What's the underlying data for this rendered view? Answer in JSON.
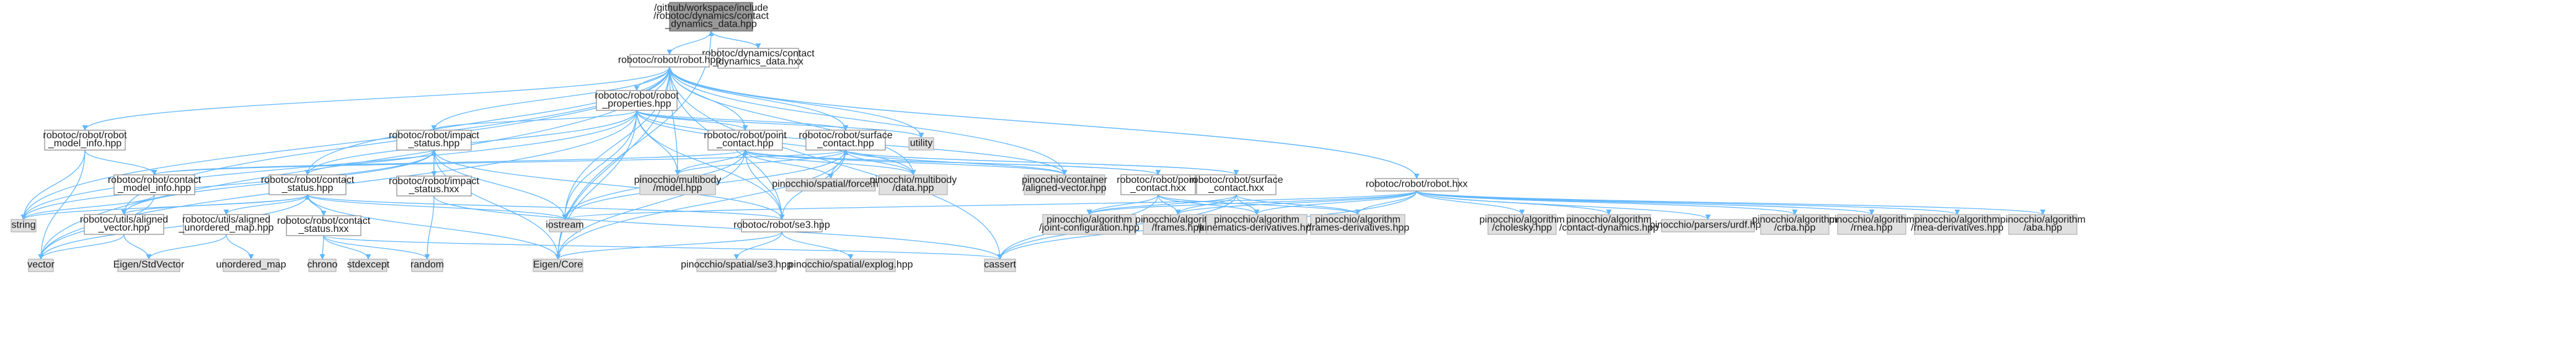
{
  "graph": {
    "nodes": [
      {
        "id": "root",
        "kind": "root",
        "lines": [
          "/github/workspace/include",
          "/robotoc/dynamics/contact",
          "_dynamics_data.hpp"
        ]
      },
      {
        "id": "cddh",
        "kind": "inc",
        "lines": [
          "robotoc/dynamics/contact",
          "_dynamics_data.hxx"
        ]
      },
      {
        "id": "robot_hpp",
        "kind": "inc",
        "lines": [
          "robotoc/robot/robot.hpp"
        ]
      },
      {
        "id": "robot_props",
        "kind": "inc",
        "lines": [
          "robotoc/robot/robot",
          "_properties.hpp"
        ]
      },
      {
        "id": "model_info",
        "kind": "inc",
        "lines": [
          "robotoc/robot/robot",
          "_model_info.hpp"
        ]
      },
      {
        "id": "impact_status",
        "kind": "inc",
        "lines": [
          "robotoc/robot/impact",
          "_status.hpp"
        ]
      },
      {
        "id": "impact_status_hxx",
        "kind": "inc",
        "lines": [
          "robotoc/robot/impact",
          "_status.hxx"
        ]
      },
      {
        "id": "point_contact",
        "kind": "inc",
        "lines": [
          "robotoc/robot/point",
          "_contact.hpp"
        ]
      },
      {
        "id": "surface_contact",
        "kind": "inc",
        "lines": [
          "robotoc/robot/surface",
          "_contact.hpp"
        ]
      },
      {
        "id": "contact_model_info",
        "kind": "inc",
        "lines": [
          "robotoc/robot/contact",
          "_model_info.hpp"
        ]
      },
      {
        "id": "contact_status",
        "kind": "inc",
        "lines": [
          "robotoc/robot/contact",
          "_status.hpp"
        ]
      },
      {
        "id": "contact_status_hxx",
        "kind": "inc",
        "lines": [
          "robotoc/robot/contact",
          "_status.hxx"
        ]
      },
      {
        "id": "aligned_vector",
        "kind": "inc",
        "lines": [
          "robotoc/utils/aligned",
          "_vector.hpp"
        ]
      },
      {
        "id": "aligned_map",
        "kind": "inc",
        "lines": [
          "robotoc/utils/aligned",
          "_unordered_map.hpp"
        ]
      },
      {
        "id": "point_contact_hxx",
        "kind": "inc",
        "lines": [
          "robotoc/robot/point",
          "_contact.hxx"
        ]
      },
      {
        "id": "surface_contact_hxx",
        "kind": "inc",
        "lines": [
          "robotoc/robot/surface",
          "_contact.hxx"
        ]
      },
      {
        "id": "se3",
        "kind": "inc",
        "lines": [
          "robotoc/robot/se3.hpp"
        ]
      },
      {
        "id": "robot_hxx",
        "kind": "inc",
        "lines": [
          "robotoc/robot/robot.hxx"
        ]
      },
      {
        "id": "utility",
        "kind": "sys",
        "lines": [
          "utility"
        ]
      },
      {
        "id": "string",
        "kind": "sys",
        "lines": [
          "string"
        ]
      },
      {
        "id": "vector",
        "kind": "sys",
        "lines": [
          "vector"
        ]
      },
      {
        "id": "eigen_stdvector",
        "kind": "sys",
        "lines": [
          "Eigen/StdVector"
        ]
      },
      {
        "id": "unordered_map",
        "kind": "sys",
        "lines": [
          "unordered_map"
        ]
      },
      {
        "id": "chrono",
        "kind": "sys",
        "lines": [
          "chrono"
        ]
      },
      {
        "id": "stdexcept",
        "kind": "sys",
        "lines": [
          "stdexcept"
        ]
      },
      {
        "id": "random",
        "kind": "sys",
        "lines": [
          "random"
        ]
      },
      {
        "id": "iostream",
        "kind": "sys",
        "lines": [
          "iostream"
        ]
      },
      {
        "id": "eigen_core",
        "kind": "sys",
        "lines": [
          "Eigen/Core"
        ]
      },
      {
        "id": "cassert",
        "kind": "sys",
        "lines": [
          "cassert"
        ]
      },
      {
        "id": "pin_model",
        "kind": "sys",
        "lines": [
          "pinocchio/multibody",
          "/model.hpp"
        ]
      },
      {
        "id": "pin_force",
        "kind": "sys",
        "lines": [
          "pinocchio/spatial/force.hpp"
        ]
      },
      {
        "id": "pin_data",
        "kind": "sys",
        "lines": [
          "pinocchio/multibody",
          "/data.hpp"
        ]
      },
      {
        "id": "pin_aligned",
        "kind": "sys",
        "lines": [
          "pinocchio/container",
          "/aligned-vector.hpp"
        ]
      },
      {
        "id": "pin_se3",
        "kind": "sys",
        "lines": [
          "pinocchio/spatial/se3.hpp"
        ]
      },
      {
        "id": "pin_explog",
        "kind": "sys",
        "lines": [
          "pinocchio/spatial/explog.hpp"
        ]
      },
      {
        "id": "pin_jointcfg",
        "kind": "sys",
        "lines": [
          "pinocchio/algorithm",
          "/joint-configuration.hpp"
        ]
      },
      {
        "id": "pin_frames",
        "kind": "sys",
        "lines": [
          "pinocchio/algorithm",
          "/frames.hpp"
        ]
      },
      {
        "id": "pin_kinder",
        "kind": "sys",
        "lines": [
          "pinocchio/algorithm",
          "/kinematics-derivatives.hpp"
        ]
      },
      {
        "id": "pin_framesder",
        "kind": "sys",
        "lines": [
          "pinocchio/algorithm",
          "/frames-derivatives.hpp"
        ]
      },
      {
        "id": "pin_cholesky",
        "kind": "sys",
        "lines": [
          "pinocchio/algorithm",
          "/cholesky.hpp"
        ]
      },
      {
        "id": "pin_contactdyn",
        "kind": "sys",
        "lines": [
          "pinocchio/algorithm",
          "/contact-dynamics.hpp"
        ]
      },
      {
        "id": "pin_urdf",
        "kind": "sys",
        "lines": [
          "pinocchio/parsers/urdf.hpp"
        ]
      },
      {
        "id": "pin_crba",
        "kind": "sys",
        "lines": [
          "pinocchio/algorithm",
          "/crba.hpp"
        ]
      },
      {
        "id": "pin_rnea",
        "kind": "sys",
        "lines": [
          "pinocchio/algorithm",
          "/rnea.hpp"
        ]
      },
      {
        "id": "pin_rneader",
        "kind": "sys",
        "lines": [
          "pinocchio/algorithm",
          "/rnea-derivatives.hpp"
        ]
      },
      {
        "id": "pin_aba",
        "kind": "sys",
        "lines": [
          "pinocchio/algorithm",
          "/aba.hpp"
        ]
      }
    ],
    "edges": [
      [
        "root",
        "robot_hpp"
      ],
      [
        "root",
        "cddh"
      ],
      [
        "cddh",
        "root"
      ],
      [
        "root",
        "eigen_core"
      ],
      [
        "robot_hpp",
        "robot_props"
      ],
      [
        "robot_hpp",
        "model_info"
      ],
      [
        "robot_hpp",
        "impact_status"
      ],
      [
        "robot_hpp",
        "point_contact"
      ],
      [
        "robot_hpp",
        "surface_contact"
      ],
      [
        "robot_hpp",
        "contact_status"
      ],
      [
        "robot_hpp",
        "aligned_vector"
      ],
      [
        "robot_hpp",
        "se3"
      ],
      [
        "robot_hpp",
        "robot_hxx"
      ],
      [
        "robot_hpp",
        "utility"
      ],
      [
        "robot_hpp",
        "string"
      ],
      [
        "robot_hpp",
        "vector"
      ],
      [
        "robot_hpp",
        "iostream"
      ],
      [
        "robot_hpp",
        "eigen_core"
      ],
      [
        "robot_hpp",
        "cassert"
      ],
      [
        "robot_hpp",
        "pin_model"
      ],
      [
        "robot_hpp",
        "pin_data"
      ],
      [
        "robot_hpp",
        "pin_aligned"
      ],
      [
        "robot_props",
        "utility"
      ],
      [
        "robot_props",
        "string"
      ],
      [
        "robot_props",
        "vector"
      ],
      [
        "robot_props",
        "eigen_core"
      ],
      [
        "robot_props",
        "impact_status"
      ],
      [
        "robot_props",
        "point_contact"
      ],
      [
        "robot_props",
        "surface_contact"
      ],
      [
        "robot_props",
        "contact_status"
      ],
      [
        "robot_props",
        "pin_model"
      ],
      [
        "robot_props",
        "pin_data"
      ],
      [
        "robot_props",
        "pin_aligned"
      ],
      [
        "robot_props",
        "iostream"
      ],
      [
        "robot_props",
        "se3"
      ],
      [
        "model_info",
        "contact_model_info"
      ],
      [
        "model_info",
        "string"
      ],
      [
        "model_info",
        "vector"
      ],
      [
        "impact_status",
        "contact_status"
      ],
      [
        "impact_status",
        "impact_status_hxx"
      ],
      [
        "impact_status",
        "se3"
      ],
      [
        "impact_status",
        "aligned_vector"
      ],
      [
        "impact_status",
        "string"
      ],
      [
        "impact_status",
        "iostream"
      ],
      [
        "impact_status",
        "eigen_core"
      ],
      [
        "impact_status_hxx",
        "impact_status"
      ],
      [
        "impact_status_hxx",
        "random"
      ],
      [
        "impact_status_hxx",
        "cassert"
      ],
      [
        "point_contact",
        "point_contact_hxx"
      ],
      [
        "point_contact",
        "contact_model_info"
      ],
      [
        "point_contact",
        "se3"
      ],
      [
        "point_contact",
        "pin_model"
      ],
      [
        "point_contact",
        "pin_force"
      ],
      [
        "point_contact",
        "pin_data"
      ],
      [
        "point_contact",
        "pin_aligned"
      ],
      [
        "point_contact",
        "eigen_core"
      ],
      [
        "point_contact",
        "iostream"
      ],
      [
        "surface_contact",
        "surface_contact_hxx"
      ],
      [
        "surface_contact",
        "contact_model_info"
      ],
      [
        "surface_contact",
        "se3"
      ],
      [
        "surface_contact",
        "pin_model"
      ],
      [
        "surface_contact",
        "pin_force"
      ],
      [
        "surface_contact",
        "pin_data"
      ],
      [
        "surface_contact",
        "pin_aligned"
      ],
      [
        "surface_contact",
        "eigen_core"
      ],
      [
        "surface_contact",
        "iostream"
      ],
      [
        "contact_model_info",
        "string"
      ],
      [
        "contact_model_info",
        "vector"
      ],
      [
        "contact_status",
        "contact_status_hxx"
      ],
      [
        "contact_status",
        "aligned_vector"
      ],
      [
        "contact_status",
        "aligned_map"
      ],
      [
        "contact_status",
        "se3"
      ],
      [
        "contact_status",
        "string"
      ],
      [
        "contact_status",
        "vector"
      ],
      [
        "contact_status",
        "iostream"
      ],
      [
        "contact_status",
        "eigen_core"
      ],
      [
        "contact_status_hxx",
        "contact_status"
      ],
      [
        "contact_status_hxx",
        "chrono"
      ],
      [
        "contact_status_hxx",
        "stdexcept"
      ],
      [
        "contact_status_hxx",
        "random"
      ],
      [
        "contact_status_hxx",
        "cassert"
      ],
      [
        "aligned_vector",
        "vector"
      ],
      [
        "aligned_vector",
        "eigen_stdvector"
      ],
      [
        "aligned_map",
        "unordered_map"
      ],
      [
        "aligned_map",
        "eigen_stdvector"
      ],
      [
        "point_contact_hxx",
        "point_contact"
      ],
      [
        "point_contact_hxx",
        "pin_jointcfg"
      ],
      [
        "point_contact_hxx",
        "pin_frames"
      ],
      [
        "point_contact_hxx",
        "pin_kinder"
      ],
      [
        "point_contact_hxx",
        "pin_framesder"
      ],
      [
        "point_contact_hxx",
        "cassert"
      ],
      [
        "surface_contact_hxx",
        "surface_contact"
      ],
      [
        "surface_contact_hxx",
        "pin_jointcfg"
      ],
      [
        "surface_contact_hxx",
        "pin_frames"
      ],
      [
        "surface_contact_hxx",
        "pin_kinder"
      ],
      [
        "surface_contact_hxx",
        "pin_framesder"
      ],
      [
        "surface_contact_hxx",
        "cassert"
      ],
      [
        "se3",
        "eigen_core"
      ],
      [
        "se3",
        "pin_se3"
      ],
      [
        "se3",
        "pin_explog"
      ],
      [
        "robot_hxx",
        "robot_hpp"
      ],
      [
        "robot_hxx",
        "pin_jointcfg"
      ],
      [
        "robot_hxx",
        "pin_frames"
      ],
      [
        "robot_hxx",
        "pin_kinder"
      ],
      [
        "robot_hxx",
        "pin_framesder"
      ],
      [
        "robot_hxx",
        "pin_cholesky"
      ],
      [
        "robot_hxx",
        "pin_contactdyn"
      ],
      [
        "robot_hxx",
        "pin_urdf"
      ],
      [
        "robot_hxx",
        "pin_crba"
      ],
      [
        "robot_hxx",
        "pin_rnea"
      ],
      [
        "robot_hxx",
        "pin_rneader"
      ],
      [
        "robot_hxx",
        "pin_aba"
      ],
      [
        "robot_hxx",
        "cassert"
      ],
      [
        "robot_hxx",
        "iostream"
      ]
    ],
    "colors": {
      "edge": "#63b8ff",
      "root_fill": "#999999",
      "system_fill": "#e0e0e0",
      "node_fill": "#ffffff"
    }
  }
}
